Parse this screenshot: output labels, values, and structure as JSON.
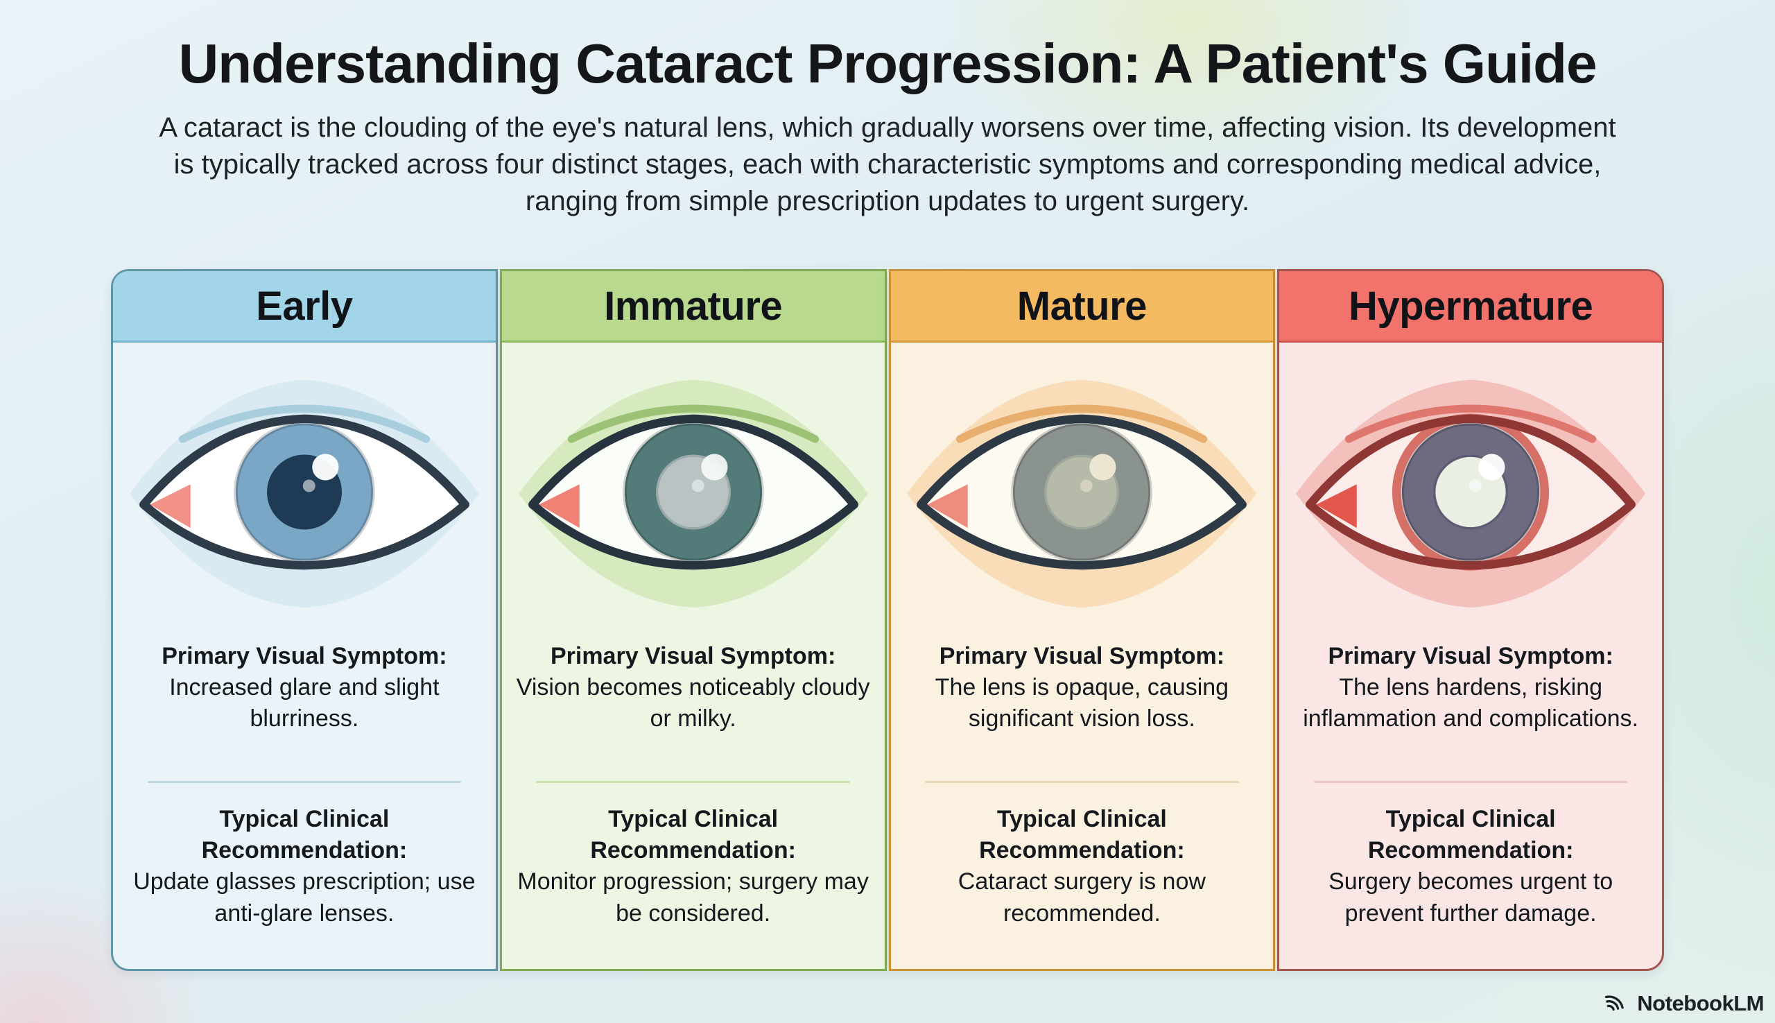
{
  "page": {
    "title": "Understanding Cataract Progression: A Patient's Guide",
    "subtitle": "A cataract is the clouding of the eye's natural lens, which gradually worsens over time, affecting vision. Its development is typically tracked across four distinct stages, each with characteristic symptoms and corresponding medical advice, ranging from simple prescription updates to urgent surgery.",
    "brand": "NotebookLM",
    "brand_color": "#1c2023"
  },
  "labels": {
    "symptom_heading": "Primary Visual Symptom:",
    "recommendation_heading": "Typical Clinical Recommendation:"
  },
  "columns": [
    {
      "label": "Early",
      "symptom": "Increased glare and slight blurriness.",
      "recommendation": "Update glasses prescription; use anti-glare lenses.",
      "colors": {
        "header": "#a3d5e9",
        "header_border": "#74b4cd",
        "card_border": "#5f98a5",
        "body_bg": "#eaf3f8",
        "divider": "#bdd6df"
      },
      "eye": {
        "glow": "#cbe2ef",
        "crease": "#a2cbdc",
        "sclera": "#ffffff",
        "outline": "#2e3c49",
        "tear": "#f29186",
        "iris": "#7ba7c6",
        "pupil": "#1e3a54",
        "lens": "none",
        "ring": "none",
        "highlight": "#ffffff"
      }
    },
    {
      "label": "Immature",
      "symptom": "Vision becomes noticeably cloudy or milky.",
      "recommendation": "Monitor progression; surgery may be considered.",
      "colors": {
        "header": "#b9da8e",
        "header_border": "#8fbc5f",
        "card_border": "#82ab53",
        "body_bg": "#edf6e3",
        "divider": "#cadfae"
      },
      "eye": {
        "glow": "#c3dfa3",
        "crease": "#96bf6d",
        "sclera": "#fbfdf8",
        "outline": "#273440",
        "tear": "#ef8175",
        "iris": "#527b7a",
        "pupil": "#9daaac",
        "lens": "#bac3c4",
        "ring": "none",
        "highlight": "#f3f8f7"
      }
    },
    {
      "label": "Mature",
      "symptom": "The lens is opaque, causing significant vision loss.",
      "recommendation": "Cataract surgery is now recommended.",
      "colors": {
        "header": "#f4ba62",
        "header_border": "#d89a3b",
        "card_border": "#cc9238",
        "body_bg": "#faf1e1",
        "divider": "#e9d8b6"
      },
      "eye": {
        "glow": "#f5cc97",
        "crease": "#e5a966",
        "sclera": "#fdfaf2",
        "outline": "#2d3a45",
        "tear": "#ed8d7d",
        "iris": "#8b938f",
        "pupil": "#9ea79c",
        "lens": "#b6baa9",
        "ring": "none",
        "highlight": "#efe8d4"
      }
    },
    {
      "label": "Hypermature",
      "symptom": "The lens hardens, risking inflammation and complications.",
      "recommendation": "Surgery becomes urgent to prevent further damage.",
      "colors": {
        "header": "#f2726c",
        "header_border": "#d4524d",
        "card_border": "#a2544f",
        "body_bg": "#f9e6e5",
        "divider": "#ebc7c5"
      },
      "eye": {
        "glow": "#f0a09a",
        "crease": "#dd6f66",
        "sclera": "#fbebe9",
        "outline": "#8e3734",
        "tear": "#e3564c",
        "iris": "#6e6a80",
        "pupil": "#5f5b72",
        "lens": "#e9efe2",
        "ring": "#cf5a50",
        "highlight": "#ffffff"
      }
    }
  ]
}
